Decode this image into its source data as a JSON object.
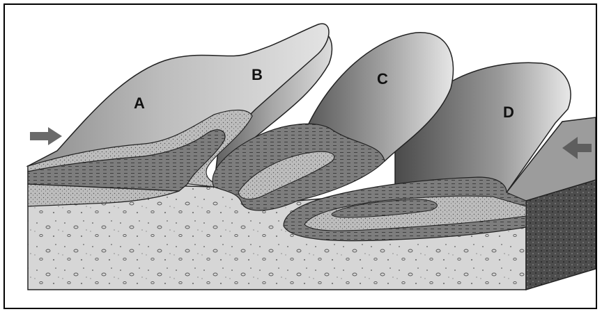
{
  "diagram": {
    "labels": {
      "a": "A",
      "b": "B",
      "c": "C",
      "d": "D"
    },
    "colors": {
      "fold_light": "#d9d9d9",
      "fold_dark": "#6e6e6e",
      "layer_dark": "#7a7a7a",
      "layer_stipple": "#b8b8b8",
      "ground": "#d2d2d2",
      "side": "#5a5a5a",
      "arrow": "#6a6a6a"
    },
    "icons": [
      "compression-arrow-left-icon",
      "compression-arrow-right-icon"
    ]
  }
}
